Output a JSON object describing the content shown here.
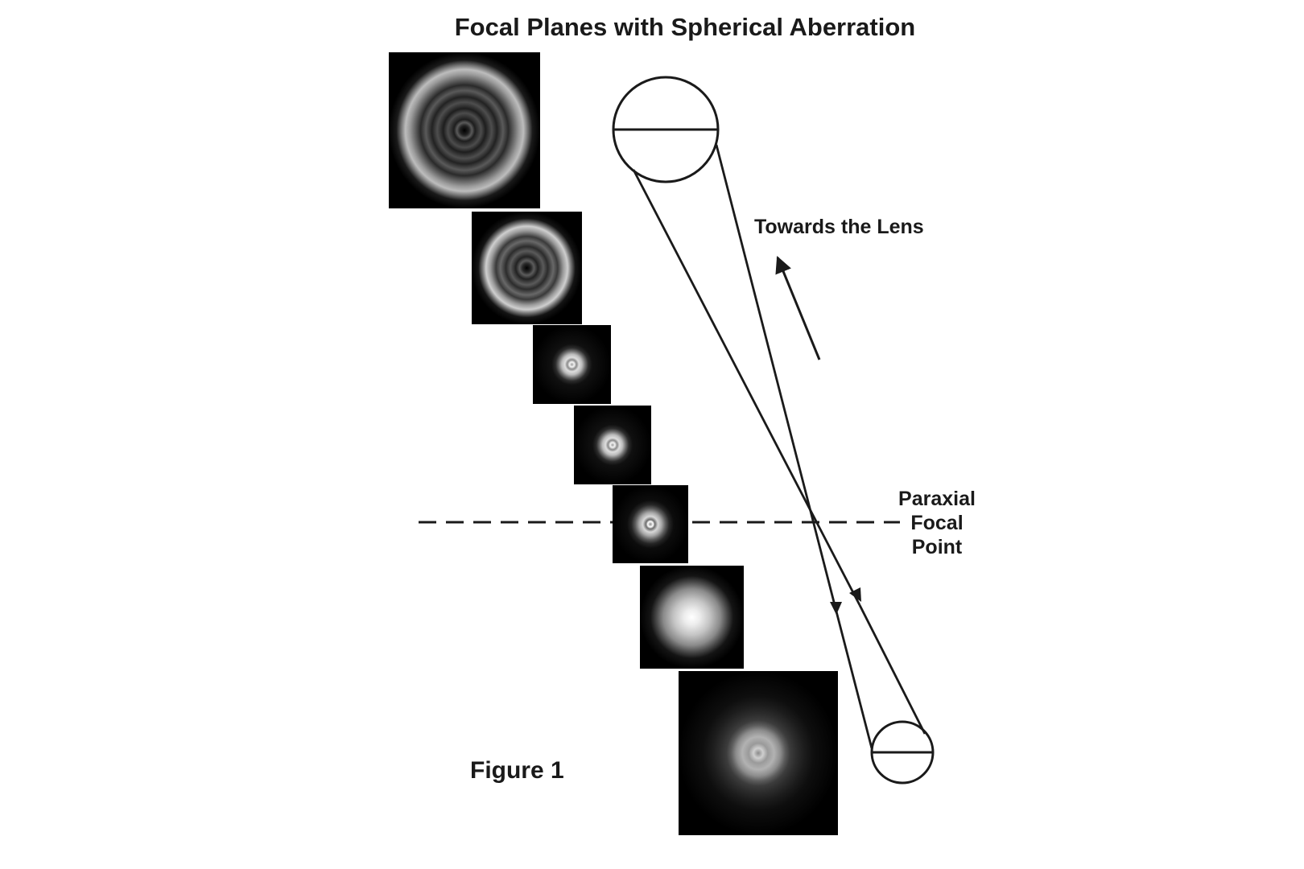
{
  "title": "Focal Planes with Spherical Aberration",
  "direction_label": "Towards the Lens",
  "focal_label": {
    "line1": "Paraxial",
    "line2": "Focal",
    "line3": "Point"
  },
  "figure_label": "Figure 1",
  "colors": {
    "background": "#ffffff",
    "ink": "#1a1a1a",
    "panel": "#000000"
  },
  "panels": [
    {
      "name": "defocus-plane-1",
      "pattern": "many dim rings, bright outer ring"
    },
    {
      "name": "defocus-plane-2",
      "pattern": "rings with bright outer ring"
    },
    {
      "name": "plane-3",
      "pattern": "small bright core with ring"
    },
    {
      "name": "plane-4",
      "pattern": "small bright core with ring"
    },
    {
      "name": "paraxial-plane",
      "pattern": "bright ring core"
    },
    {
      "name": "plane-6",
      "pattern": "diffuse bright disk"
    },
    {
      "name": "plane-7",
      "pattern": "central disk with faint halo rings"
    }
  ]
}
